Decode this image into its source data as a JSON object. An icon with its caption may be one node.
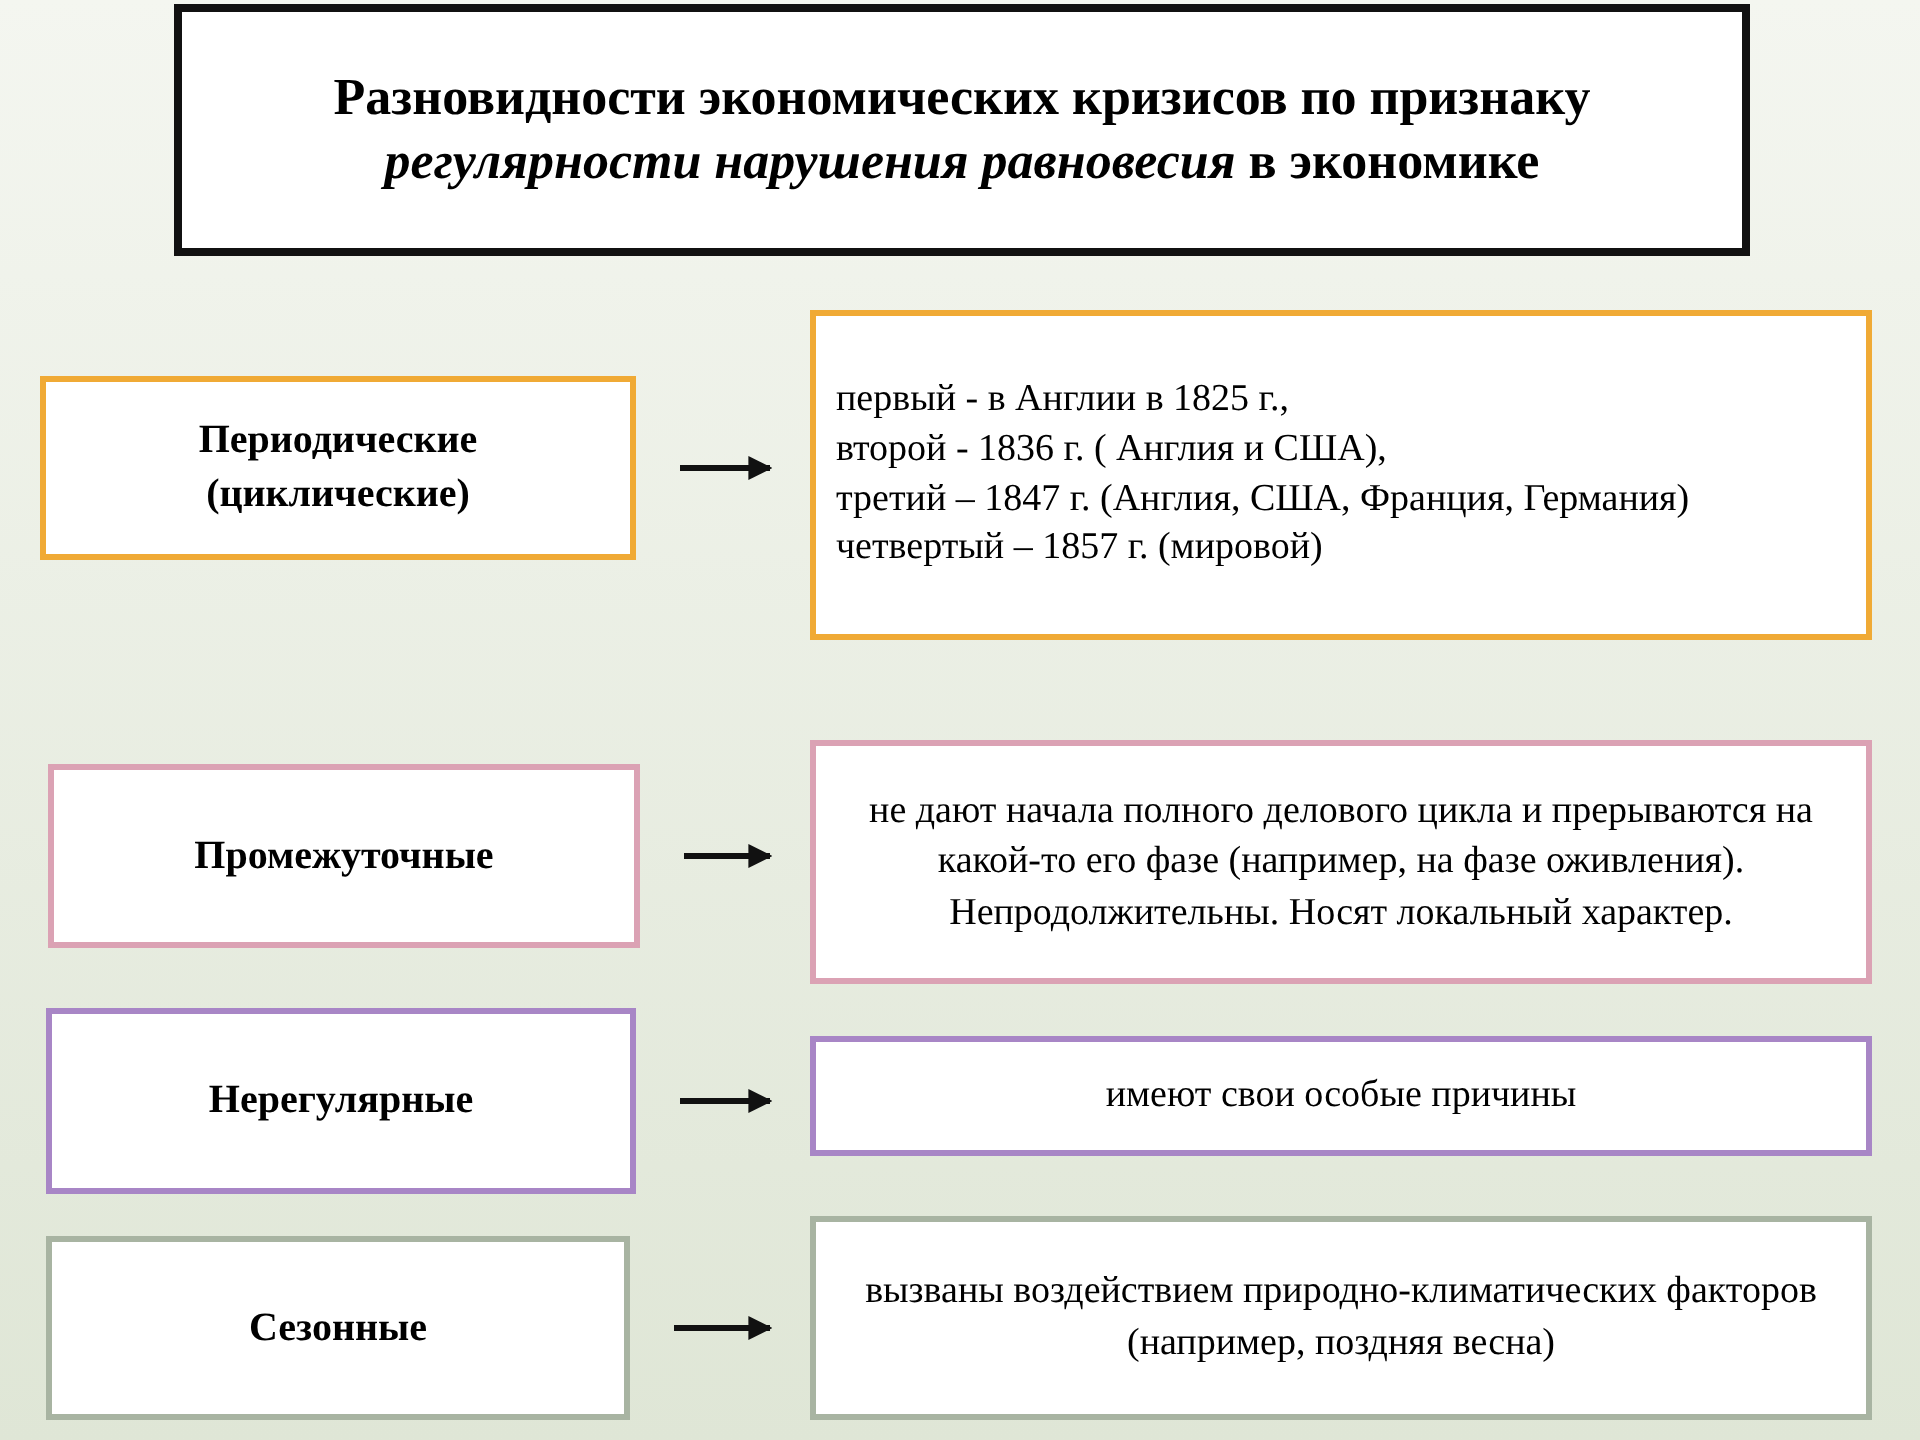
{
  "diagram": {
    "title": "Разновидности экономических кризисов по признаку *регулярности нарушения равновесия* в экономике",
    "nodes": [
      {
        "text": [
          "Периодические (циклические)"
        ]
      },
      {
        "text": [
          "первый - в Англии в 1825 г.,",
          "второй - 1836 г. ( Англия и США),",
          "третий – 1847 г. (Англия, США, Франция, Германия)",
          "четвертый – 1857 г. (мировой)"
        ]
      },
      {
        "text": [
          "Промежуточные"
        ]
      },
      {
        "text": [
          "не дают начала полного делового цикла и прерываются на какой-то его фазе (например, на фазе оживления). Непродолжительны. Носят локальный характер."
        ]
      },
      {
        "text": [
          "Нерегулярные"
        ]
      },
      {
        "text": [
          "имеют свои особые причины"
        ]
      },
      {
        "text": [
          "Сезонные"
        ]
      },
      {
        "text": [
          "вызваны воздействием природно-климатических факторов (например, поздняя весна)"
        ]
      }
    ],
    "edges": [
      {
        "from": 0,
        "to": 1,
        "arrow": "to"
      },
      {
        "from": 2,
        "to": 3,
        "arrow": "to"
      },
      {
        "from": 4,
        "to": 5,
        "arrow": "to"
      },
      {
        "from": 6,
        "to": 7,
        "arrow": "to"
      }
    ]
  }
}
